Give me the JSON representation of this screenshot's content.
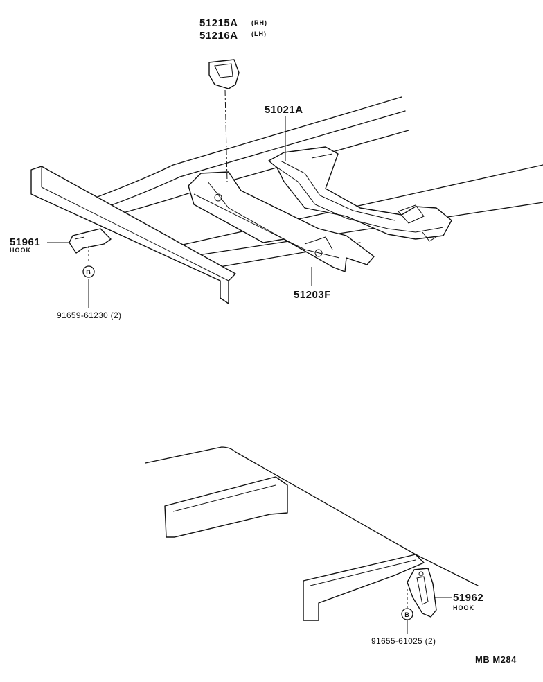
{
  "labels": {
    "bracket_rh_number": "51215A",
    "bracket_rh_side": "(RH)",
    "bracket_lh_number": "51216A",
    "bracket_lh_side": "(LH)",
    "crossmember_upper": "51021A",
    "crossmember_lower": "51203F",
    "front_hook_number": "51961",
    "front_hook_name": "HOOK",
    "front_bolt_marker": "B",
    "front_bolt_number": "91659-61230 (2)",
    "rear_hook_number": "51962",
    "rear_hook_name": "HOOK",
    "rear_bolt_marker": "B",
    "rear_bolt_number": "91655-61025 (2)",
    "figure_code": "MB  M284"
  }
}
